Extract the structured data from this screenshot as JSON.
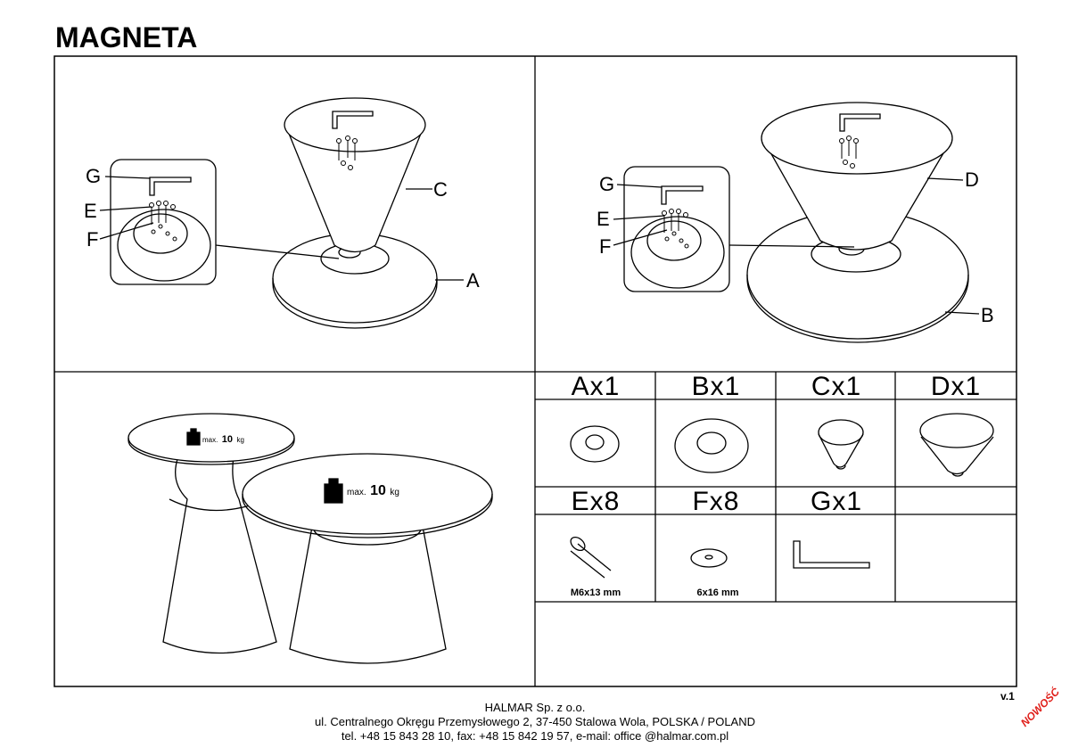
{
  "title": "MAGNETA",
  "step1": {
    "labels": {
      "g": "G",
      "e": "E",
      "f": "F",
      "c": "C",
      "a": "A"
    }
  },
  "step2": {
    "labels": {
      "g": "G",
      "e": "E",
      "f": "F",
      "d": "D",
      "b": "B"
    }
  },
  "load": {
    "small": {
      "max": "max.",
      "value": "10",
      "unit": "kg"
    },
    "large": {
      "max": "max.",
      "value": "10",
      "unit": "kg"
    }
  },
  "parts": [
    {
      "label": "Ax1"
    },
    {
      "label": "Bx1"
    },
    {
      "label": "Cx1"
    },
    {
      "label": "Dx1"
    },
    {
      "label": "Ex8",
      "size": "M6x13 mm"
    },
    {
      "label": "Fx8",
      "size": "6x16 mm"
    },
    {
      "label": "Gx1"
    }
  ],
  "version": "v.1",
  "footer": {
    "company": "HALMAR Sp. z o.o.",
    "address": "ul. Centralnego Okręgu Przemysłowego 2, 37-450 Stalowa Wola, POLSKA / POLAND",
    "contact": "tel. +48 15 843 28 10, fax: +48 15 842 19 57, e-mail: office @halmar.com.pl"
  },
  "badge": "NOWOŚĆ"
}
